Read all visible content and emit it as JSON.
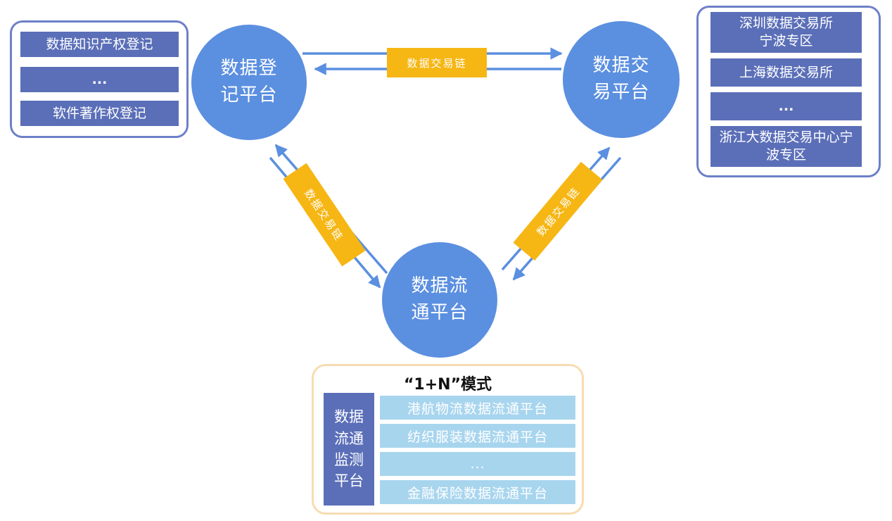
{
  "colors": {
    "circle": "#5b8fe0",
    "bar_dark": "#5b6fb8",
    "bar_light": "#a8d5ee",
    "chain": "#f6b614",
    "arrow": "#5b8fe0",
    "panel_border": "#6e80c8",
    "panel_orange_border": "#f7dcb2"
  },
  "nodes": {
    "registration": "数据登记平台",
    "exchange": "数据交易平台",
    "circulation": "数据流通平台"
  },
  "chain_label": "数据交易链",
  "registration_list": [
    "数据知识产权登记",
    "...",
    "软件著作权登记"
  ],
  "exchange_list": [
    "深圳数据交易所宁波专区",
    "上海数据交易所",
    "...",
    "浙江大数据交易中心宁波专区"
  ],
  "mode": {
    "title": "“1+N”模式",
    "monitor": "数据流通监测平台",
    "items": [
      "港航物流数据流通平台",
      "纺织服装数据流通平台",
      "...",
      "金融保险数据流通平台"
    ]
  }
}
